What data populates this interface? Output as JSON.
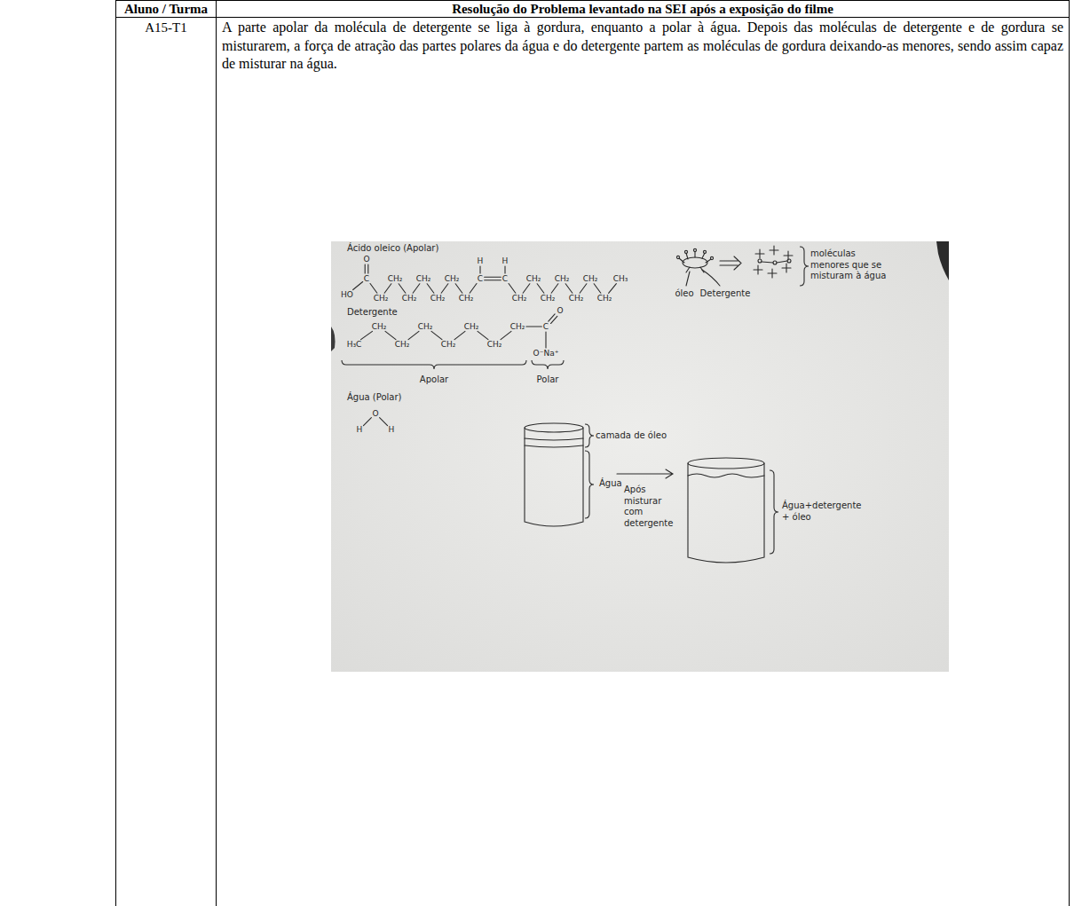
{
  "diagram": {
    "labels": [
      "Aluno / Turma",
      "Resolução do Problema levantado na SEI após a exposição do filme",
      "A15-T1",
      "A parte apolar da molécula de detergente se liga à gordura, enquanto a polar à água. Depois das moléculas de detergente e de gordura se misturarem, a força de atração das partes polares da água e do detergente partem as moléculas de gordura deixando-as menores, sendo assim capaz de misturar na água.",
      "Ácido oleico (Apolar)",
      "O",
      "HO",
      "C",
      "CH₂",
      "CH₂",
      "CH₂",
      "CH₂",
      "CH₂",
      "CH₂",
      "CH₂",
      "H",
      "C",
      "C",
      "H",
      "CH₂",
      "CH₂",
      "CH₂",
      "CH₂",
      "CH₂",
      "CH₂",
      "CH₂",
      "CH₃",
      "Detergente",
      "H₃C",
      "CH₂",
      "CH₂",
      "CH₂",
      "CH₂",
      "CH₂",
      "CH₂",
      "CH₂",
      "C",
      "O",
      "O⁻Na⁺",
      "Apolar",
      "Polar",
      "Água (Polar)",
      "O",
      "H",
      "H",
      "óleo",
      "Detergente",
      "moléculas menores que se misturam à água",
      "camada de óleo",
      "Água",
      "Após misturar com detergente",
      "Água+detergente + óleo"
    ]
  }
}
